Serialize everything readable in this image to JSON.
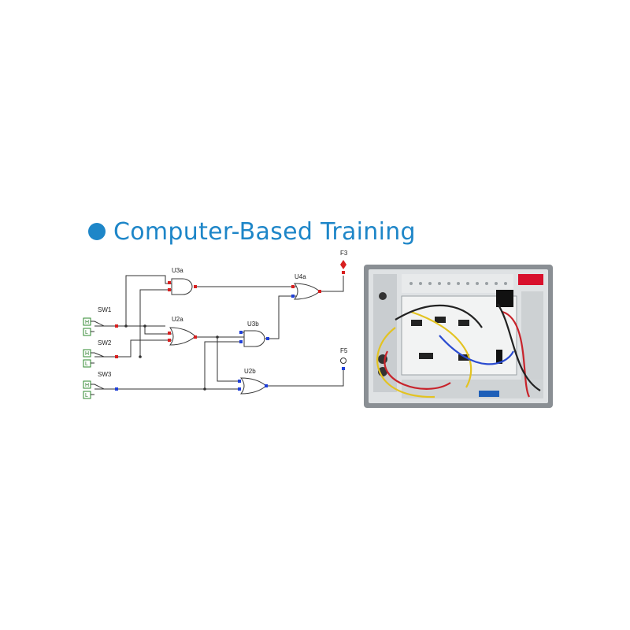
{
  "heading": {
    "text": "Computer-Based Training",
    "color": "#1e86c8"
  },
  "schematic": {
    "gates": {
      "u3a": "U3a",
      "u2a": "U2a",
      "u3b": "U3b",
      "u4a": "U4a",
      "u2b": "U2b"
    },
    "switches": {
      "sw1": "SW1",
      "sw2": "SW2",
      "sw3": "SW3"
    },
    "switch_states": {
      "high": "H",
      "low": "L"
    },
    "outputs": {
      "f3": "F3",
      "f5": "F5"
    },
    "colors": {
      "wire": "#333333",
      "pin_high": "#d81f1f",
      "pin_low": "#1f3fd8",
      "switch_box": "#2c8a2c",
      "gate_outline": "#3a3a3a"
    }
  },
  "trainer": {
    "icon": "trainer-board-photo",
    "colors": {
      "frame": "#8a8f94",
      "panel": "#dfe2e4",
      "display": "#d8102c"
    }
  }
}
